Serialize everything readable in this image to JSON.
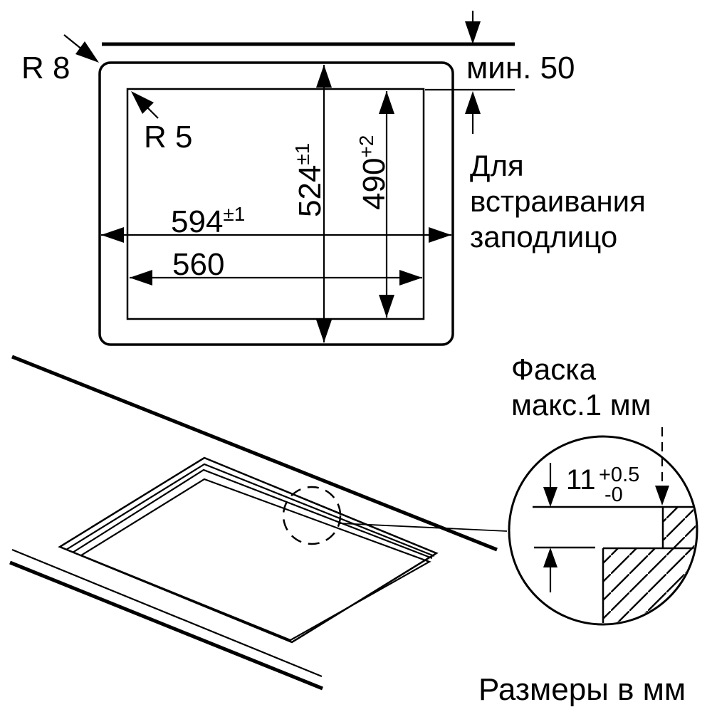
{
  "labels": {
    "radius_outer": "R 8",
    "radius_inner": "R 5",
    "min_clearance": "мин. 50",
    "flush_note_line1": "Для",
    "flush_note_line2": "встраивания",
    "flush_note_line3": "заподлицо",
    "chamfer_note_line1": "Фаска",
    "chamfer_note_line2": "макс.1 мм",
    "units_note": "Размеры в мм"
  },
  "dimensions": {
    "appliance_width": {
      "value": "594",
      "tolerance": "±1"
    },
    "cutout_width": {
      "value": "560"
    },
    "appliance_height": {
      "value": "524",
      "tolerance": "±1"
    },
    "cutout_height": {
      "value": "490",
      "tolerance": "+2"
    },
    "recess_depth": {
      "value": "11",
      "tolerance_plus": "+0.5",
      "tolerance_minus": "-0"
    }
  },
  "colors": {
    "line": "#000000",
    "background": "#ffffff"
  }
}
